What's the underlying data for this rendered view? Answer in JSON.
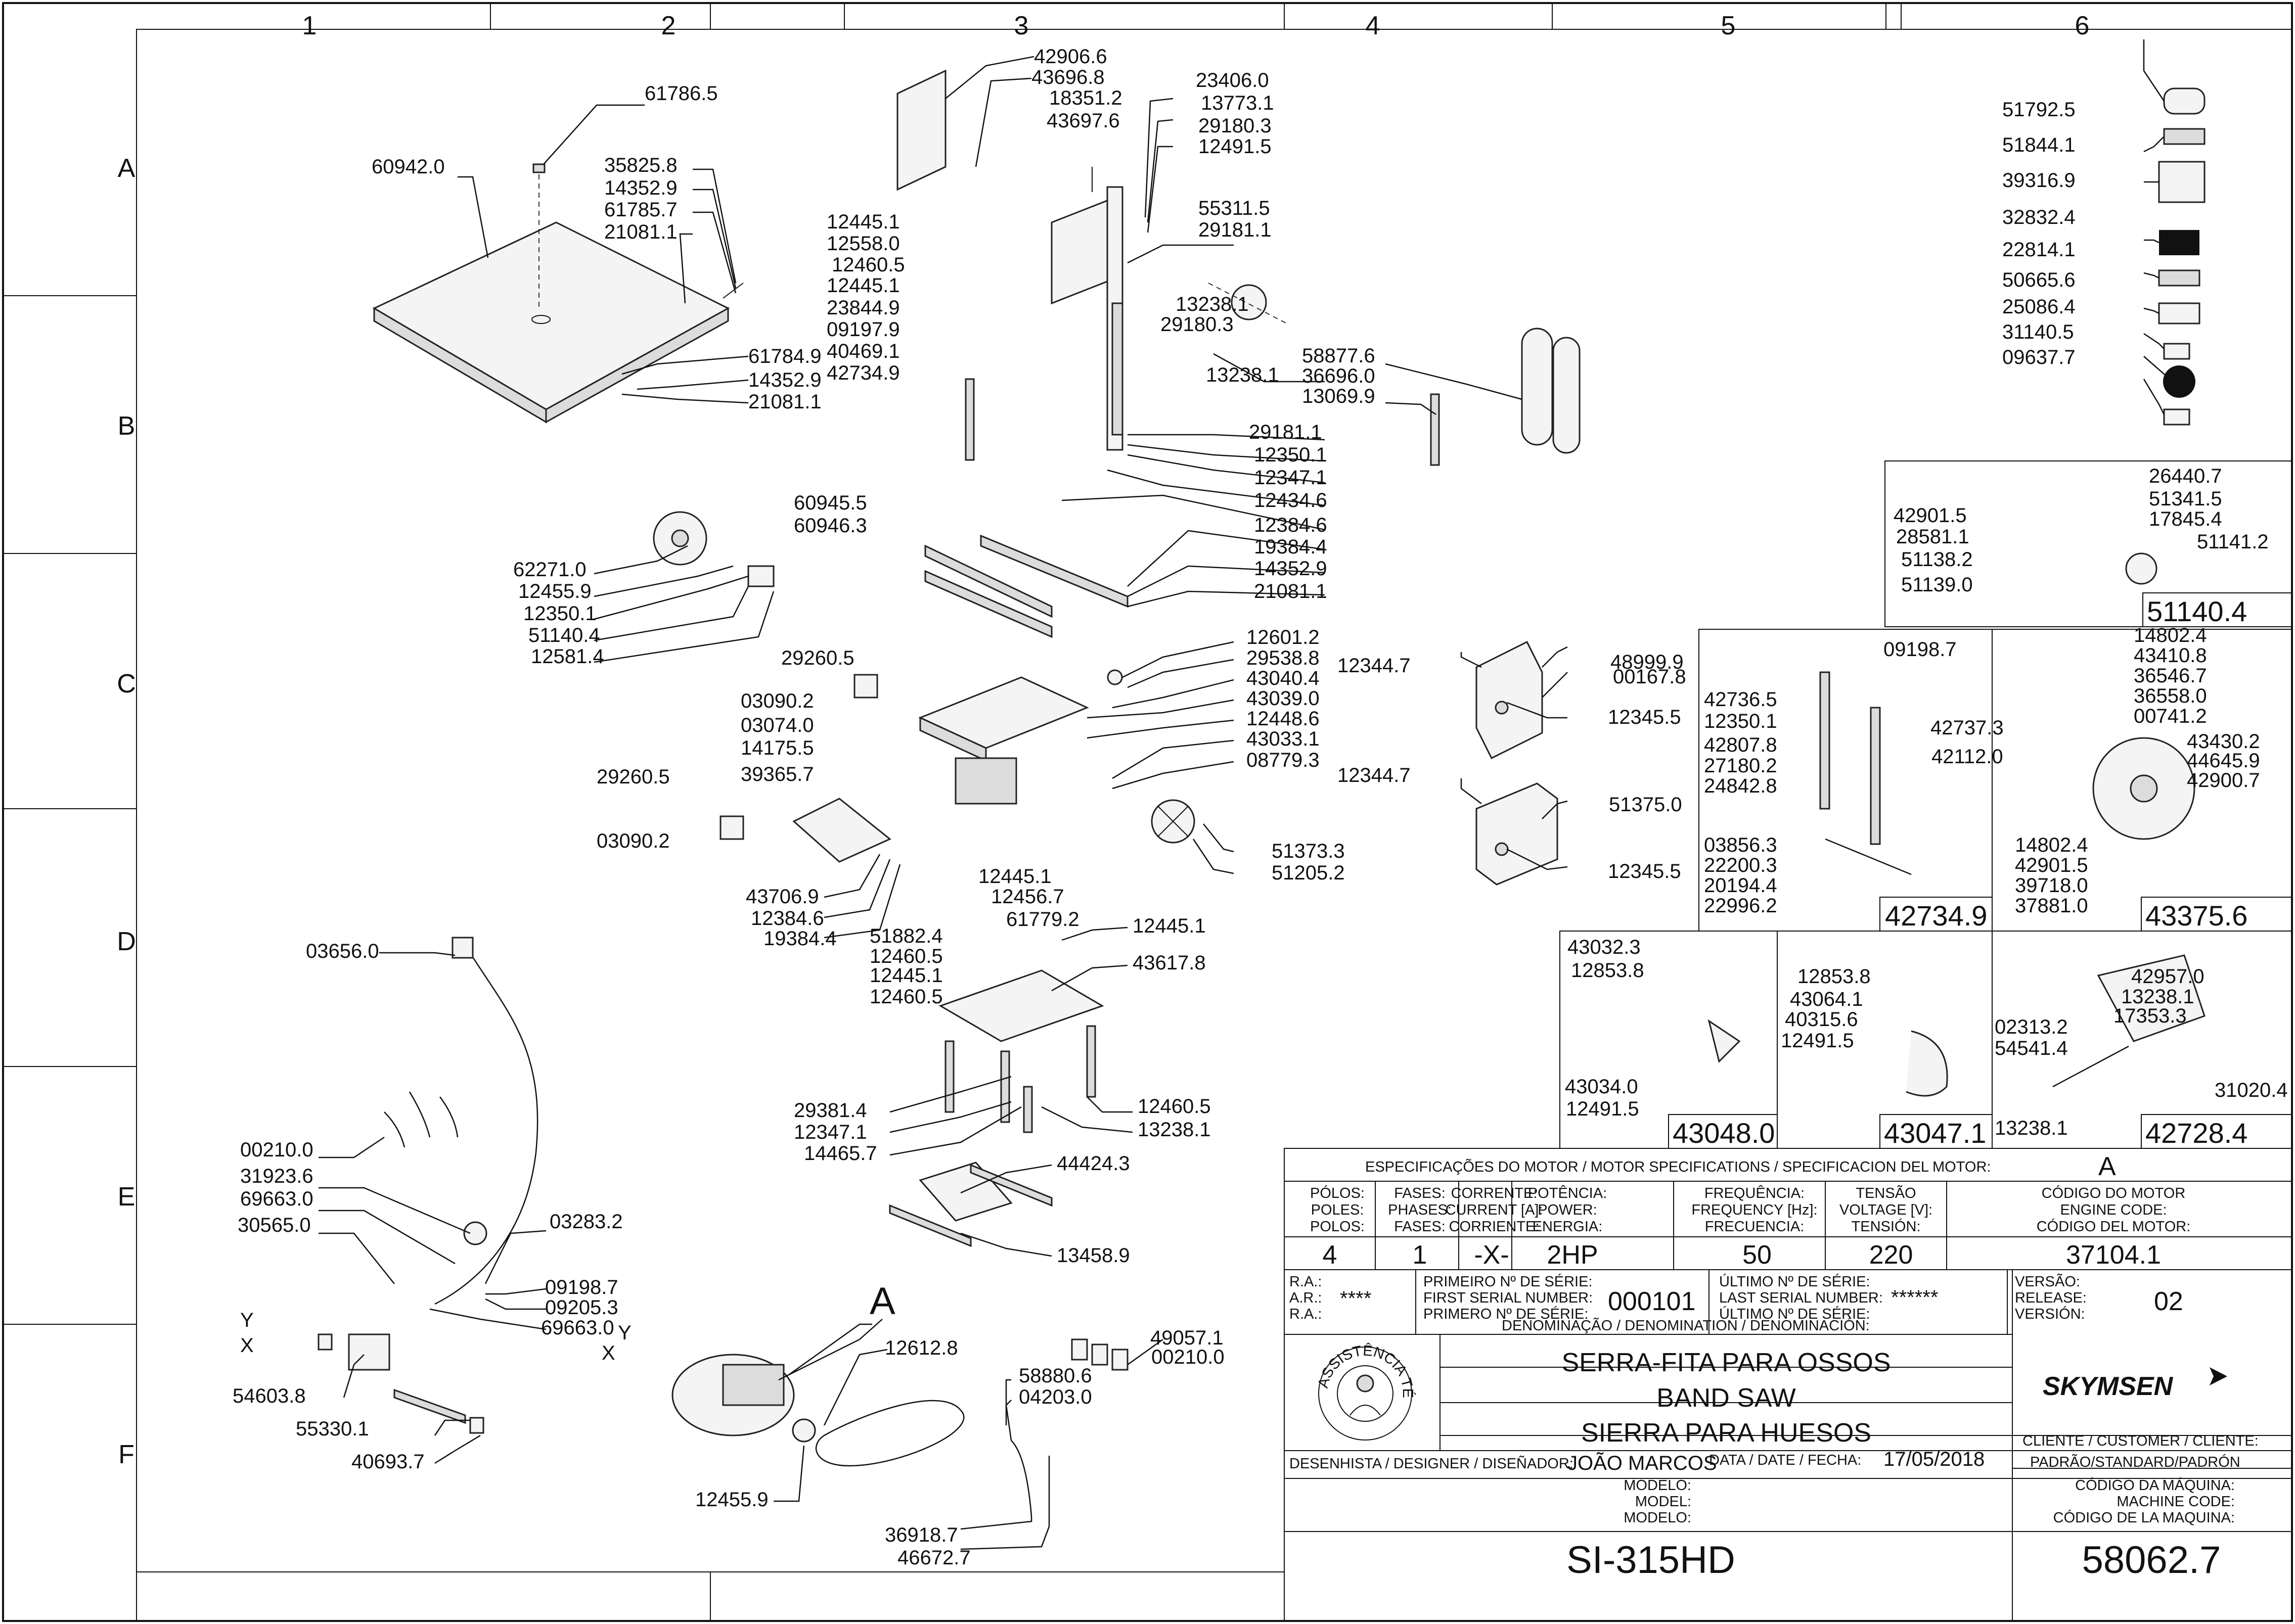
{
  "grid": {
    "columns": [
      "1",
      "2",
      "3",
      "4",
      "5",
      "6"
    ],
    "rows": [
      "A",
      "B",
      "C",
      "D",
      "E",
      "F"
    ]
  },
  "callouts": [
    "61786.5",
    "60942.0",
    "35825.8",
    "14352.9",
    "61785.7",
    "21081.1",
    "61784.9",
    "14352.9",
    "21081.1",
    "42906.6",
    "43696.8",
    "18351.2",
    "43697.6",
    "23406.0",
    "13773.1",
    "29180.3",
    "12491.5",
    "12445.1",
    "12558.0",
    "12460.5",
    "12445.1",
    "23844.9",
    "09197.9",
    "40469.1",
    "42734.9",
    "55311.5",
    "29181.1",
    "13238.1",
    "29180.3",
    "13238.1",
    "58877.6",
    "36696.0",
    "13069.9",
    "29181.1",
    "12350.1",
    "12347.1",
    "12434.6",
    "12384.6",
    "19384.4",
    "14352.9",
    "21081.1",
    "60945.5",
    "60946.3",
    "62271.0",
    "12455.9",
    "12350.1",
    "51140.4",
    "12581.4",
    "29260.5",
    "03090.2",
    "03074.0",
    "14175.5",
    "39365.7",
    "29260.5",
    "03090.2",
    "43706.9",
    "12384.6",
    "19384.4",
    "12601.2",
    "29538.8",
    "43040.4",
    "43039.0",
    "12448.6",
    "43033.1",
    "08779.3",
    "51373.3",
    "51205.2",
    "12445.1",
    "12456.7",
    "61779.2",
    "51882.4",
    "12460.5",
    "12445.1",
    "12460.5",
    "12445.1",
    "43617.8",
    "29381.4",
    "12347.1",
    "14465.7",
    "12460.5",
    "13238.1",
    "44424.3",
    "13458.9",
    "03656.0",
    "00210.0",
    "31923.6",
    "69663.0",
    "30565.0",
    "03283.2",
    "09198.7",
    "09205.3",
    "69663.0",
    "54603.8",
    "55330.1",
    "40693.7",
    "12612.8",
    "58880.6",
    "04203.0",
    "49057.1",
    "00210.0",
    "12455.9",
    "36918.7",
    "46672.7",
    "12344.7",
    "48999.9",
    "00167.8",
    "12345.5",
    "12344.7",
    "51375.0",
    "12345.5",
    "51792.5",
    "51844.1",
    "39316.9",
    "32832.4",
    "22814.1",
    "50665.6",
    "25086.4",
    "31140.5",
    "09637.7",
    "42901.5",
    "28581.1",
    "51138.2",
    "51139.0",
    "26440.7",
    "51341.5",
    "17845.4",
    "51141.2",
    "09198.7",
    "42736.5",
    "12350.1",
    "42807.8",
    "27180.2",
    "24842.8",
    "42737.3",
    "42112.0",
    "03856.3",
    "22200.3",
    "20194.4",
    "22996.2",
    "14802.4",
    "43410.8",
    "36546.7",
    "36558.0",
    "00741.2",
    "43430.2",
    "44645.9",
    "42900.7",
    "14802.4",
    "42901.5",
    "39718.0",
    "37881.0",
    "43032.3",
    "12853.8",
    "43034.0",
    "12491.5",
    "12853.8",
    "43064.1",
    "40315.6",
    "12491.5",
    "42957.0",
    "13238.1",
    "17353.3",
    "02313.2",
    "54541.4",
    "31020.4",
    "13238.1"
  ],
  "wire_marks": [
    "Y",
    "X",
    "Y",
    "X"
  ],
  "motor_marker": "A",
  "assemblies": [
    "51140.4",
    "42734.9",
    "43375.6",
    "43048.0",
    "43047.1",
    "42728.4"
  ],
  "motor_spec": {
    "header": "ESPECIFICAÇÕES DO MOTOR / MOTOR SPECIFICATIONS / SPECIFICACION DEL MOTOR:",
    "header_value": "A",
    "columns": [
      {
        "label": [
          "PÓLOS:",
          "POLES:",
          "POLOS:"
        ],
        "value": "4"
      },
      {
        "label": [
          "FASES:",
          "PHASES:",
          "FASES:"
        ],
        "value": "1"
      },
      {
        "label": [
          "CORRENTE:",
          "CURRENT [A]:",
          "CORRIENTE:"
        ],
        "value": "-X-"
      },
      {
        "label": [
          "POTÊNCIA:",
          "POWER:",
          "ENERGIA:"
        ],
        "value": "2HP"
      },
      {
        "label": [
          "FREQUÊNCIA:",
          "FREQUENCY [Hz]:",
          "FRECUENCIA:"
        ],
        "value": "50"
      },
      {
        "label": [
          "TENSÃO",
          "VOLTAGE [V]:",
          "TENSIÓN:"
        ],
        "value": "220"
      },
      {
        "label": [
          "CÓDIGO DO MOTOR",
          "ENGINE CODE:",
          "CÓDIGO DEL MOTOR:"
        ],
        "value": "37104.1"
      }
    ]
  },
  "title_block": {
    "ra_labels": [
      "R.A.:",
      "A.R.:",
      "R.A.:"
    ],
    "ra_value": "****",
    "first_serial_labels": [
      "PRIMEIRO Nº DE SÉRIE:",
      "FIRST SERIAL NUMBER:",
      "PRIMERO Nº DE SÉRIE:"
    ],
    "first_serial": "000101",
    "last_serial_labels": [
      "ÚLTIMO Nº DE SÉRIE:",
      "LAST SERIAL NUMBER:",
      "ÚLTIMO Nº DE SÉRIE:"
    ],
    "last_serial": "******",
    "version_labels": [
      "VERSÃO:",
      "RELEASE:",
      "VERSIÓN:"
    ],
    "version": "02",
    "denomination_label": "DENOMINAÇÃO / DENOMINATION / DENOMINACIÓN:",
    "names": [
      "SERRA-FITA PARA OSSOS",
      "BAND SAW",
      "SIERRA PARA HUESOS"
    ],
    "brand": "SKYMSEN",
    "seal_text": "ASSISTÊNCIA TÉCNICA AUTORIZADA",
    "customer_label": "CLIENTE / CUSTOMER / CLIENTE:",
    "customer": "PADRÃO/STANDARD/PADRÓN",
    "designer_label": "DESENHISTA / DESIGNER / DISEÑADOR:",
    "designer": "JOÃO MARCOS",
    "date_label": "DATA / DATE / FECHA:",
    "date": "17/05/2018",
    "model_labels": [
      "MODELO:",
      "MODEL:",
      "MODELO:"
    ],
    "machine_code_labels": [
      "CÓDIGO DA MÁQUINA:",
      "MACHINE CODE:",
      "CÓDIGO DE LA MAQUINA:"
    ],
    "model": "SI-315HD",
    "machine_code": "58062.7"
  }
}
